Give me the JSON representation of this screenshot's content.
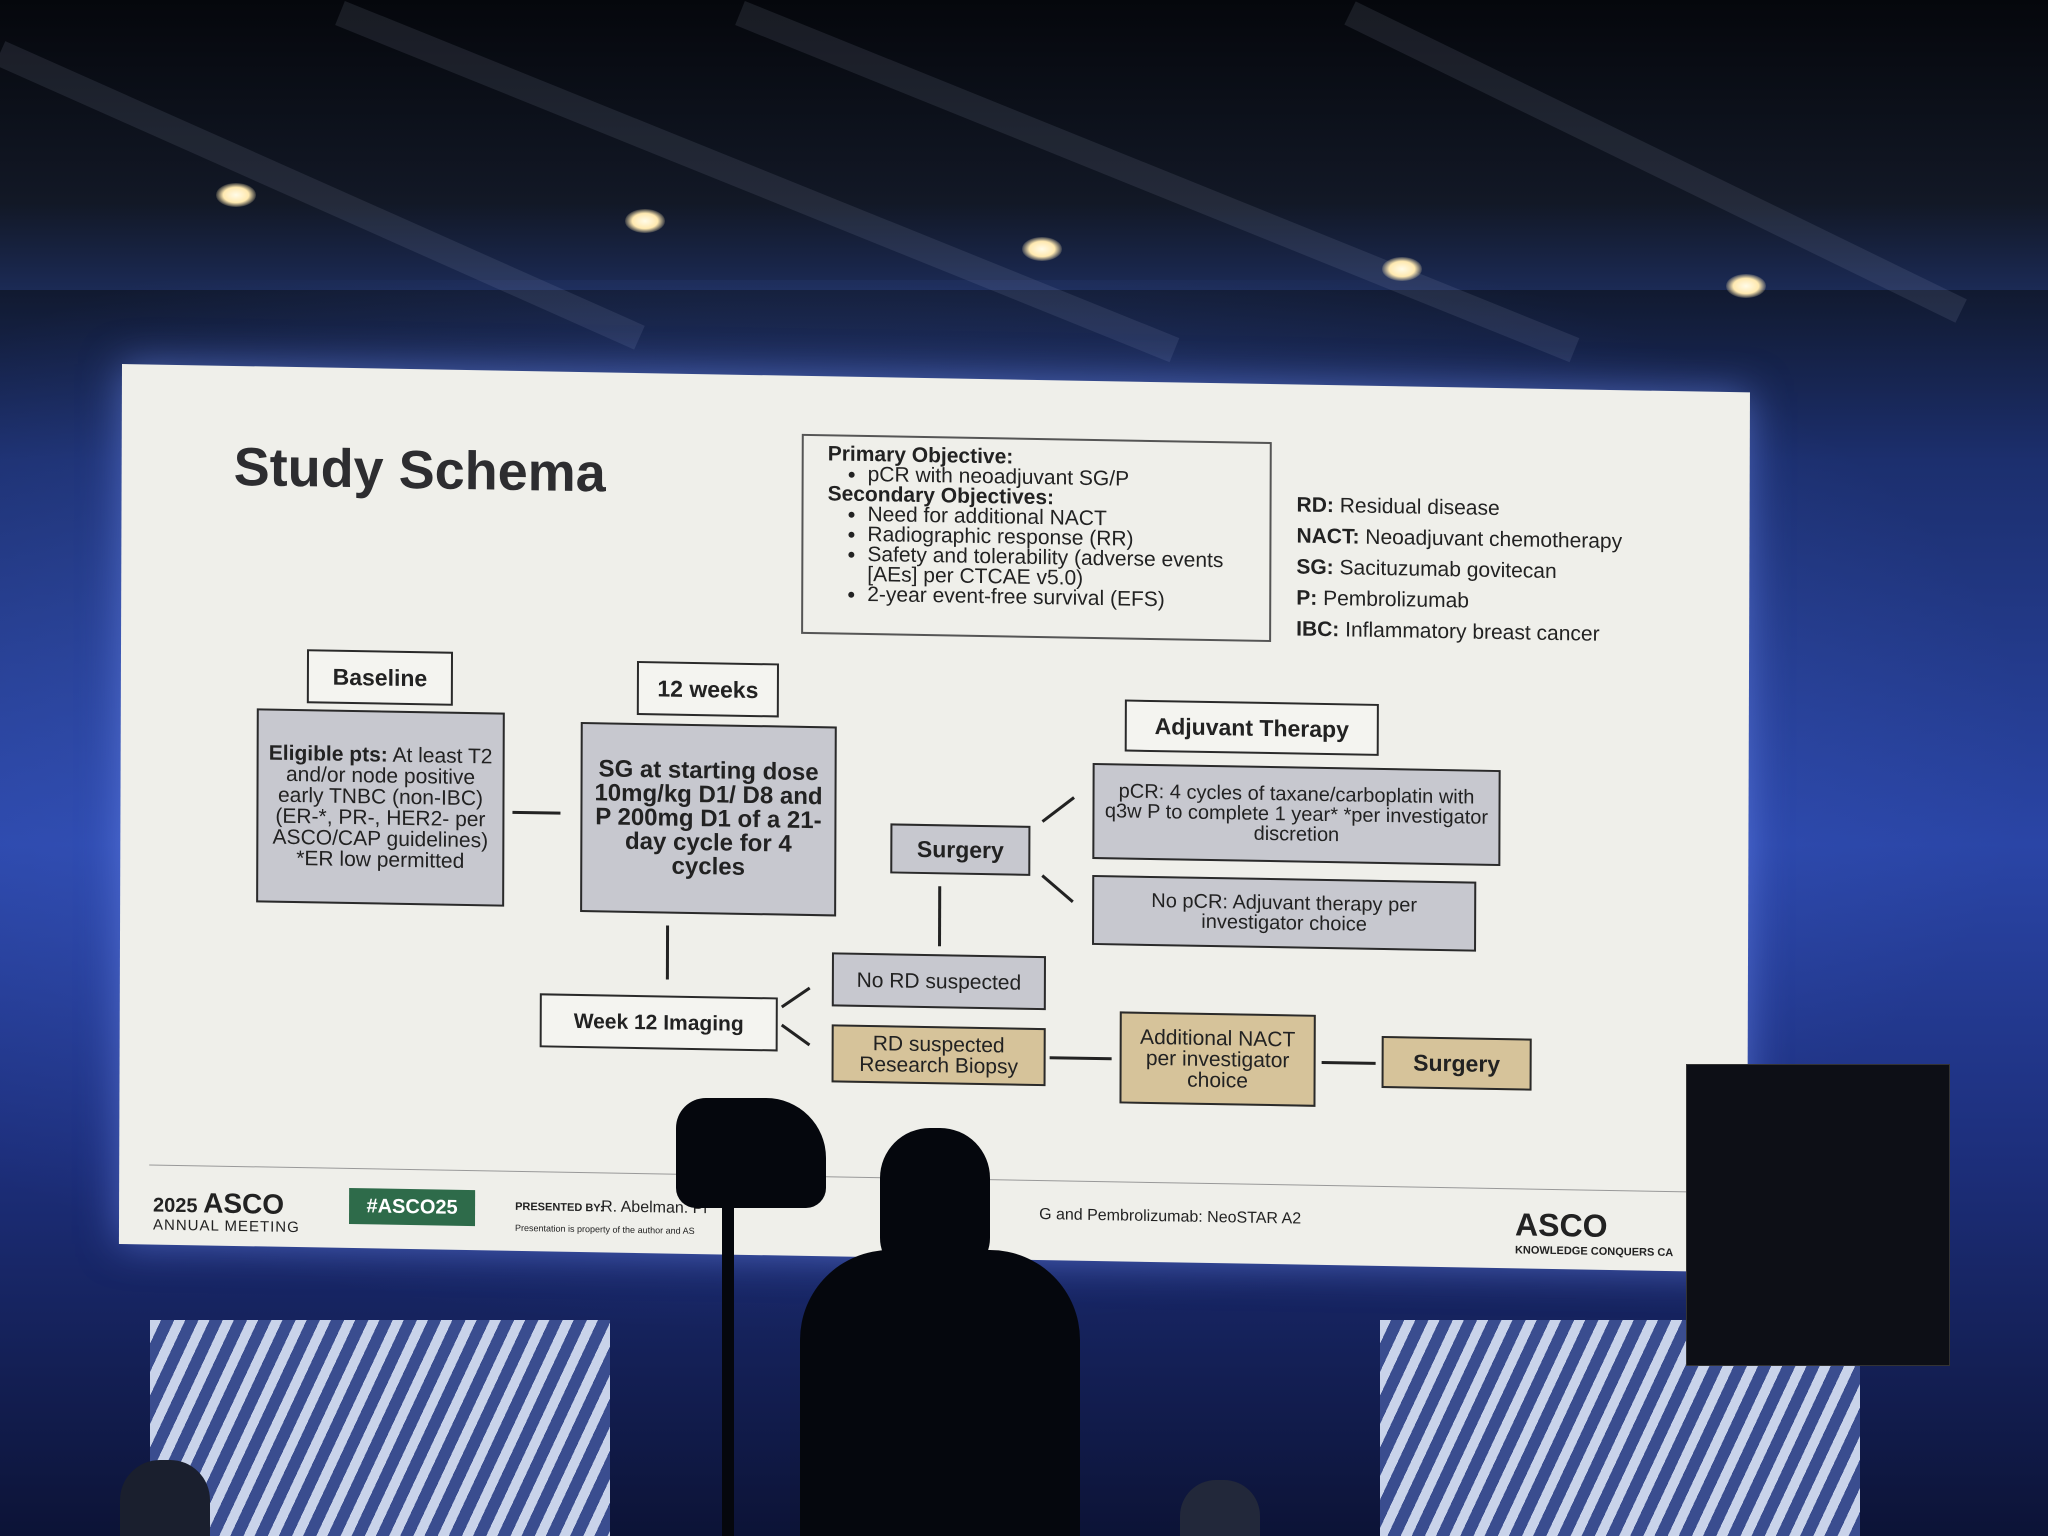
{
  "slide": {
    "title": "Study Schema",
    "objectives": {
      "primary_heading": "Primary Objective:",
      "primary_items": [
        "pCR with neoadjuvant SG/P"
      ],
      "secondary_heading": "Secondary Objectives:",
      "secondary_items": [
        "Need for additional NACT",
        "Radiographic response (RR)",
        "Safety and tolerability (adverse events [AEs] per CTCAE v5.0)",
        "2-year event-free survival (EFS)"
      ]
    },
    "abbreviations": [
      {
        "key": "RD:",
        "value": "Residual disease"
      },
      {
        "key": "NACT:",
        "value": "Neoadjuvant chemotherapy"
      },
      {
        "key": "SG:",
        "value": "Sacituzumab govitecan"
      },
      {
        "key": "P:",
        "value": "Pembrolizumab"
      },
      {
        "key": "IBC:",
        "value": "Inflammatory breast cancer"
      }
    ],
    "flow": {
      "baseline_label": "Baseline",
      "eligible_bold": "Eligible pts:",
      "eligible_text": "At least T2 and/or node positive early TNBC (non-IBC) (ER-*, PR-, HER2- per ASCO/CAP guidelines) *ER low permitted",
      "weeks_label": "12 weeks",
      "treatment": "SG at starting dose 10mg/kg D1/ D8 and P 200mg D1 of a 21-day cycle for 4 cycles",
      "imaging": "Week 12 Imaging",
      "no_rd": "No RD suspected",
      "rd": "RD suspected Research Biopsy",
      "surgery_top": "Surgery",
      "adjuvant_label": "Adjuvant Therapy",
      "pcr": "pCR: 4 cycles of taxane/carboplatin with q3w P to complete 1 year* *per investigator discretion",
      "no_pcr": "No pCR: Adjuvant therapy per investigator choice",
      "additional_nact": "Additional NACT per investigator choice",
      "surgery_bottom": "Surgery"
    },
    "footer": {
      "meeting_year": "2025",
      "meeting_brand": "ASCO",
      "meeting_sub": "ANNUAL MEETING",
      "hashtag": "#ASCO25",
      "presented_by_label": "PRESENTED BY:",
      "presenter_text": "R. Abelman. Pl",
      "title_fragment": "G and Pembrolizumab: NeoSTAR A2",
      "property_note": "Presentation is property of the author and AS",
      "asco_logo": "ASCO",
      "asco_tagline": "KNOWLEDGE CONQUERS CA"
    }
  },
  "colors": {
    "slide_bg": "#efefea",
    "gray_box": "#c7c8cf",
    "tan_box": "#d6c39a",
    "hashtag_bg": "#2e6b4a",
    "stage_blue": "#2a45a6"
  }
}
